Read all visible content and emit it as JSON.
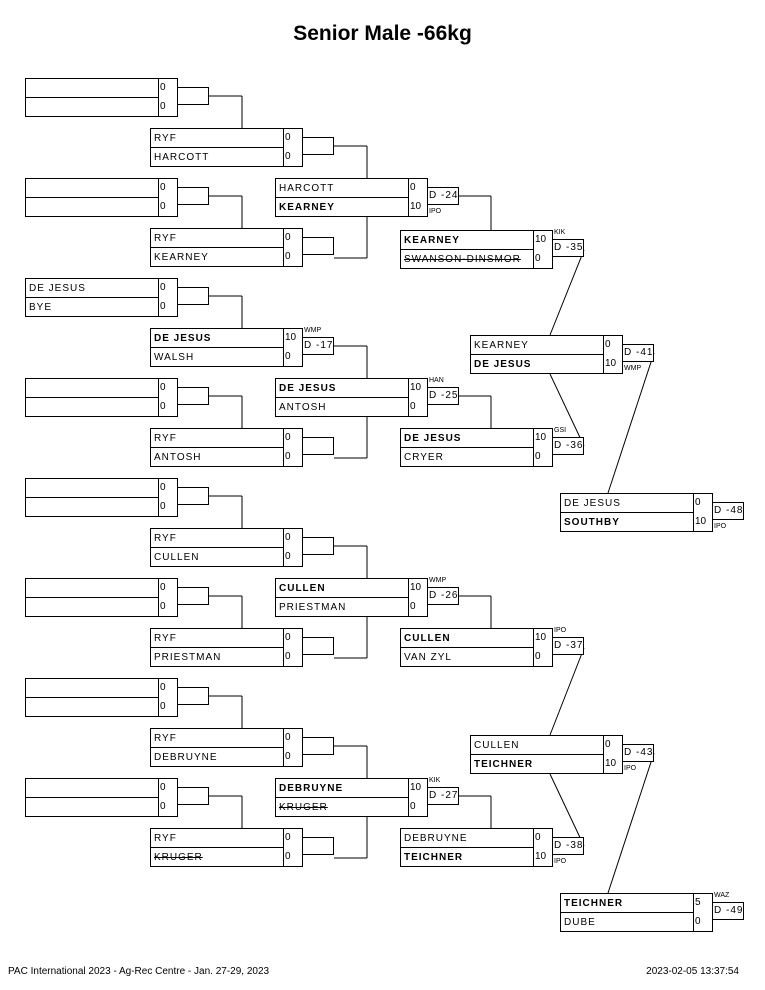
{
  "title": "Senior Male -66kg",
  "footer": {
    "event": "PAC International 2023 - Ag-Rec Centre - Jan. 27-29, 2023",
    "timestamp": "2023-02-05 13:37:54"
  },
  "matches": [
    {
      "id": "r1-1",
      "round": 1,
      "top": {
        "name": "",
        "score": "0"
      },
      "bottom": {
        "name": "",
        "score": "0"
      }
    },
    {
      "id": "r1-2",
      "round": 1,
      "top": {
        "name": "",
        "score": "0"
      },
      "bottom": {
        "name": "",
        "score": "0"
      }
    },
    {
      "id": "r1-3",
      "round": 1,
      "top": {
        "name": "DE JESUS",
        "score": "0"
      },
      "bottom": {
        "name": "BYE",
        "score": "0"
      }
    },
    {
      "id": "r1-4",
      "round": 1,
      "top": {
        "name": "",
        "score": "0"
      },
      "bottom": {
        "name": "",
        "score": "0"
      }
    },
    {
      "id": "r1-5",
      "round": 1,
      "top": {
        "name": "",
        "score": "0"
      },
      "bottom": {
        "name": "",
        "score": "0"
      }
    },
    {
      "id": "r1-6",
      "round": 1,
      "top": {
        "name": "",
        "score": "0"
      },
      "bottom": {
        "name": "",
        "score": "0"
      }
    },
    {
      "id": "r1-7",
      "round": 1,
      "top": {
        "name": "",
        "score": "0"
      },
      "bottom": {
        "name": "",
        "score": "0"
      }
    },
    {
      "id": "r1-8",
      "round": 1,
      "top": {
        "name": "",
        "score": "0"
      },
      "bottom": {
        "name": "",
        "score": "0"
      }
    },
    {
      "id": "r2-1",
      "round": 2,
      "top": {
        "name": "RYF",
        "score": "0"
      },
      "bottom": {
        "name": "HARCOTT",
        "score": "0"
      }
    },
    {
      "id": "r2-2",
      "round": 2,
      "top": {
        "name": "RYF",
        "score": "0"
      },
      "bottom": {
        "name": "KEARNEY",
        "score": "0"
      }
    },
    {
      "id": "r2-3",
      "round": 2,
      "top": {
        "name": "DE JESUS",
        "score": "10",
        "winner": true
      },
      "bottom": {
        "name": "WALSH",
        "score": "0"
      },
      "tag": "D -17",
      "method": "WMP"
    },
    {
      "id": "r2-4",
      "round": 2,
      "top": {
        "name": "RYF",
        "score": "0"
      },
      "bottom": {
        "name": "ANTOSH",
        "score": "0"
      }
    },
    {
      "id": "r2-5",
      "round": 2,
      "top": {
        "name": "RYF",
        "score": "0"
      },
      "bottom": {
        "name": "CULLEN",
        "score": "0"
      }
    },
    {
      "id": "r2-6",
      "round": 2,
      "top": {
        "name": "RYF",
        "score": "0"
      },
      "bottom": {
        "name": "PRIESTMAN",
        "score": "0"
      }
    },
    {
      "id": "r2-7",
      "round": 2,
      "top": {
        "name": "RYF",
        "score": "0"
      },
      "bottom": {
        "name": "DEBRUYNE",
        "score": "0"
      }
    },
    {
      "id": "r2-8",
      "round": 2,
      "top": {
        "name": "RYF",
        "score": "0"
      },
      "bottom": {
        "name": "KRUGER",
        "score": "0",
        "struck": true
      }
    },
    {
      "id": "r3-1",
      "round": 3,
      "top": {
        "name": "HARCOTT",
        "score": "0"
      },
      "bottom": {
        "name": "KEARNEY",
        "score": "10",
        "winner": true
      },
      "tag": "D -24",
      "method": "IPO"
    },
    {
      "id": "r3-2",
      "round": 3,
      "top": {
        "name": "DE JESUS",
        "score": "10",
        "winner": true
      },
      "bottom": {
        "name": "ANTOSH",
        "score": "0"
      },
      "tag": "D -25",
      "method": "HAN"
    },
    {
      "id": "r3-3",
      "round": 3,
      "top": {
        "name": "CULLEN",
        "score": "10",
        "winner": true
      },
      "bottom": {
        "name": "PRIESTMAN",
        "score": "0"
      },
      "tag": "D -26",
      "method": "WMP"
    },
    {
      "id": "r3-4",
      "round": 3,
      "top": {
        "name": "DEBRUYNE",
        "score": "10",
        "winner": true
      },
      "bottom": {
        "name": "KRUGER",
        "score": "0",
        "struck": true
      },
      "tag": "D -27",
      "method": "KIK"
    },
    {
      "id": "r4-1",
      "round": 4,
      "top": {
        "name": "KEARNEY",
        "score": "10",
        "winner": true
      },
      "bottom": {
        "name": "SWANSON-DINSMOR",
        "score": "0",
        "struck": true
      },
      "tag": "D -35",
      "method": "KIK"
    },
    {
      "id": "r4-2",
      "round": 4,
      "top": {
        "name": "DE JESUS",
        "score": "10",
        "winner": true
      },
      "bottom": {
        "name": "CRYER",
        "score": "0"
      },
      "tag": "D -36",
      "method": "GSI"
    },
    {
      "id": "r4-3",
      "round": 4,
      "top": {
        "name": "CULLEN",
        "score": "10",
        "winner": true
      },
      "bottom": {
        "name": "VAN ZYL",
        "score": "0"
      },
      "tag": "D -37",
      "method": "IPO"
    },
    {
      "id": "r4-4",
      "round": 4,
      "top": {
        "name": "DEBRUYNE",
        "score": "0"
      },
      "bottom": {
        "name": "TEICHNER",
        "score": "10",
        "winner": true
      },
      "tag": "D -38",
      "method": "IPO"
    },
    {
      "id": "r5-1",
      "round": 5,
      "top": {
        "name": "KEARNEY",
        "score": "0"
      },
      "bottom": {
        "name": "DE JESUS",
        "score": "10",
        "winner": true
      },
      "tag": "D -41",
      "method": "WMP"
    },
    {
      "id": "r5-2",
      "round": 5,
      "top": {
        "name": "CULLEN",
        "score": "0"
      },
      "bottom": {
        "name": "TEICHNER",
        "score": "10",
        "winner": true
      },
      "tag": "D -43",
      "method": "IPO"
    },
    {
      "id": "r6-1",
      "round": 6,
      "top": {
        "name": "DE JESUS",
        "score": "0"
      },
      "bottom": {
        "name": "SOUTHBY",
        "score": "10",
        "winner": true
      },
      "tag": "D -48",
      "method": "IPO"
    },
    {
      "id": "r6-2",
      "round": 6,
      "top": {
        "name": "TEICHNER",
        "score": "5",
        "winner": true
      },
      "bottom": {
        "name": "DUBE",
        "score": "0"
      },
      "tag": "D -49",
      "method": "WAZ"
    }
  ]
}
